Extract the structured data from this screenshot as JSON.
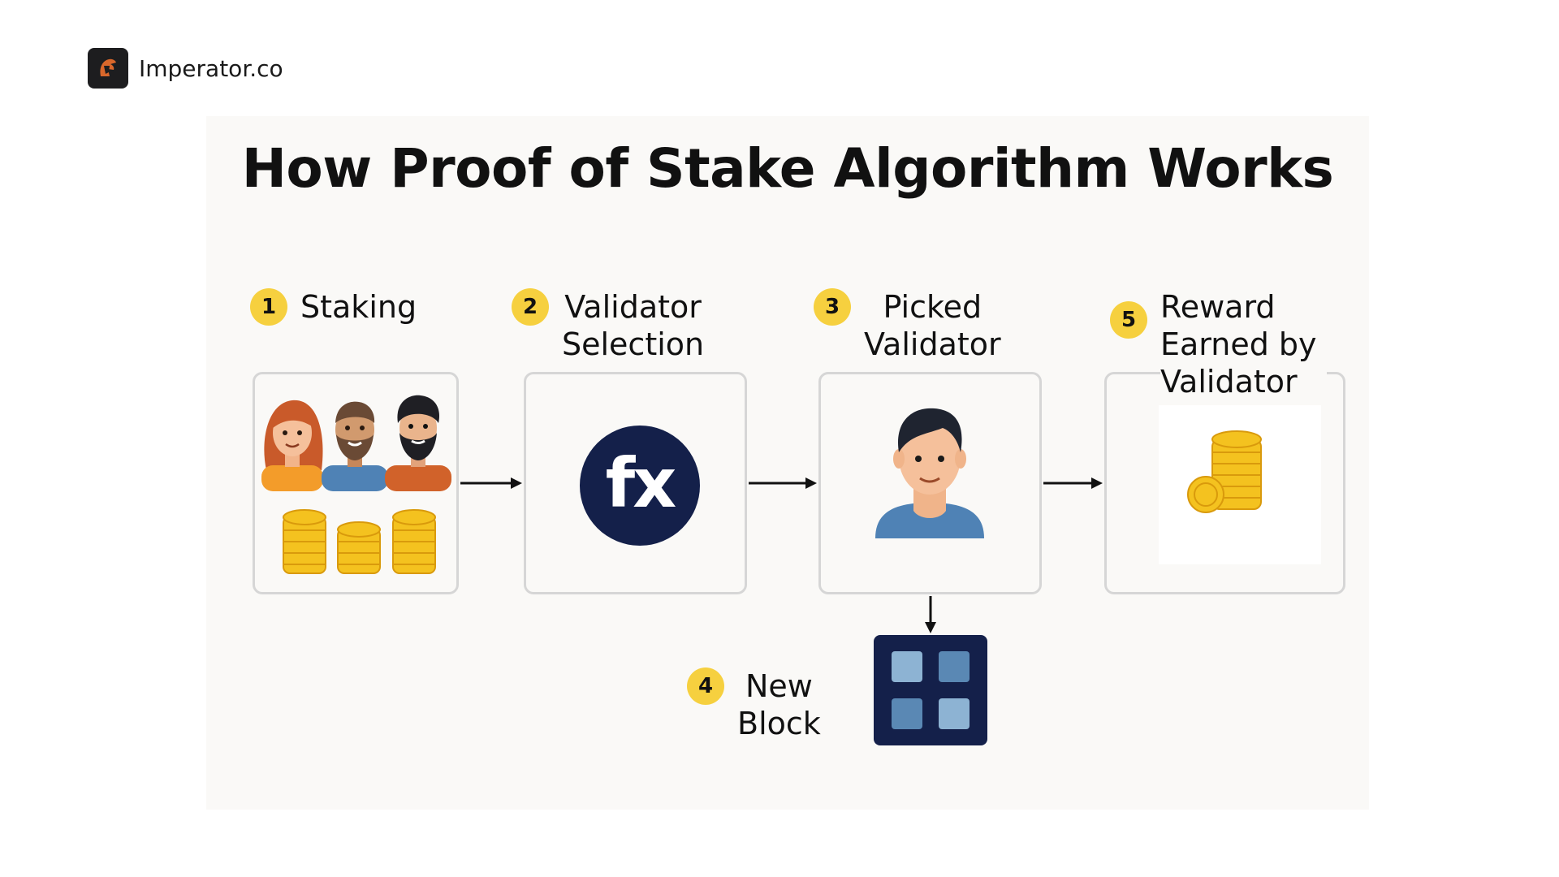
{
  "brand": {
    "name": "Imperator.co",
    "icon": "spartan-helmet-icon"
  },
  "title": "How Proof of Stake Algorithm Works",
  "steps": [
    {
      "number": "1",
      "label": "Staking",
      "icon": "people-with-coins-icon"
    },
    {
      "number": "2",
      "label": "Validator\nSelection",
      "icon": "fx-function-icon",
      "symbol": "fx"
    },
    {
      "number": "3",
      "label": "Picked\nValidator",
      "icon": "validator-avatar-icon"
    },
    {
      "number": "4",
      "label": "New\nBlock",
      "icon": "block-grid-icon"
    },
    {
      "number": "5",
      "label": "Reward\nEarned by\nValidator",
      "icon": "coin-reward-icon"
    }
  ],
  "colors": {
    "badge": "#f6d03f",
    "navy": "#14204a",
    "coin": "#f4c21f",
    "border": "#d6d6d6"
  }
}
